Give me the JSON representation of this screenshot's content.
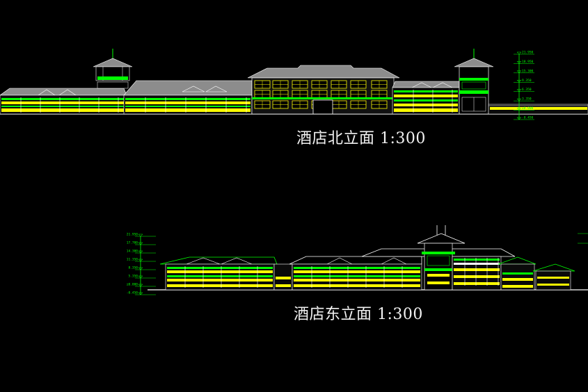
{
  "drawings": {
    "north": {
      "title": "酒店北立面 1:300",
      "level_labels": [
        "21.950",
        "18.950",
        "15.300",
        "9.350",
        "6.350",
        "3.350",
        "±0.000",
        "-0.450"
      ]
    },
    "east": {
      "title": "酒店东立面 1:300",
      "level_labels": [
        "21.950",
        "17.700",
        "14.300",
        "11.350",
        "8.350",
        "5.350",
        "±0.000",
        "-0.450"
      ]
    }
  },
  "colors": {
    "background": "#000000",
    "outline": "#ffffff",
    "floor_band": "#ffff00",
    "window_band": "#00ff00",
    "roof": "#8c8c8c",
    "title_text": "#f2f2f2"
  }
}
